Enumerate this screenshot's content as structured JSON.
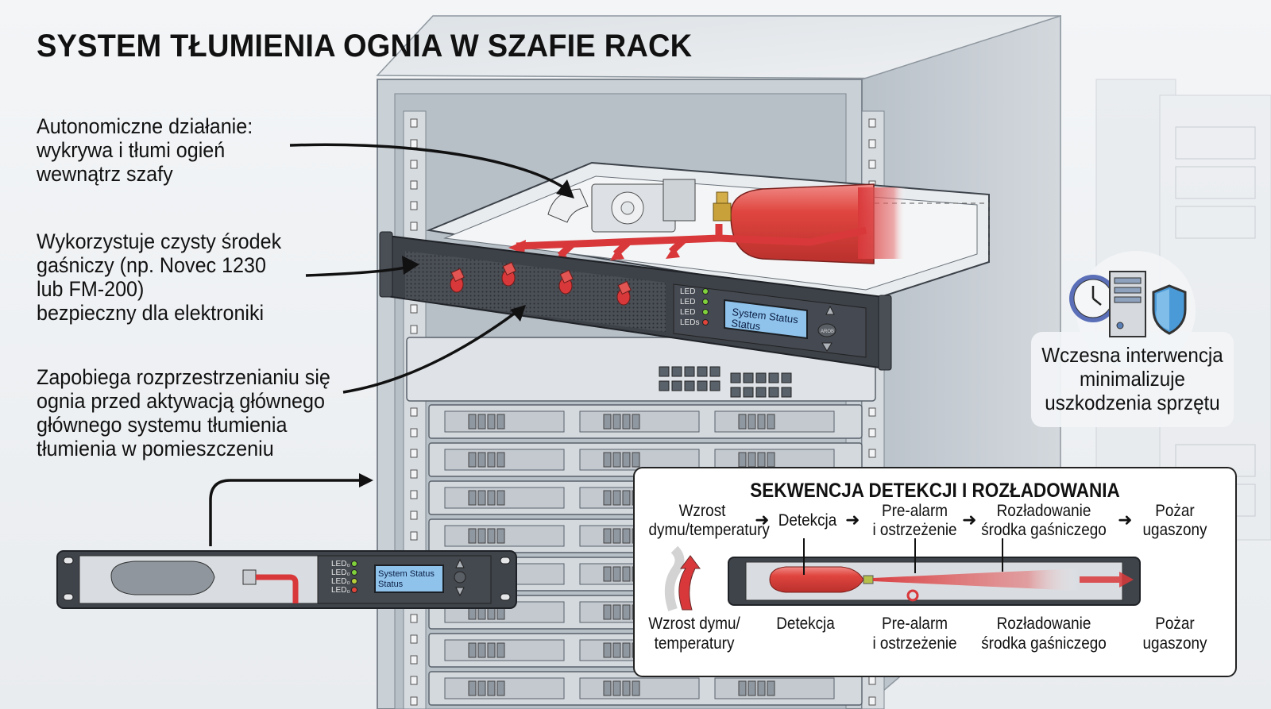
{
  "title": "SYSTEM TŁUMIENIA OGNIA W SZAFIE RACK",
  "callouts": [
    {
      "text": "Autonomiczne działanie:\nwykrywa i tłumi ogień\nwewnątrz szafy"
    },
    {
      "text": "Wykorzystuje czysty środek\ngaśniczy (np. Novec 1230\nlub FM-200)\nbezpieczny dla elektroniki"
    },
    {
      "text": "Zapobiega rozprzestrzenianiu się\nognia przed aktywacją głównego\ngłównego systemu tłumienia\n tłumienia w pomieszczeniu"
    }
  ],
  "main_unit": {
    "led_labels": [
      "LED",
      "LED",
      "LED",
      "LEDs"
    ],
    "led_colors": [
      "#7fd23b",
      "#7fd23b",
      "#7fd23b",
      "#e0443a"
    ],
    "lcd_line1": "System Status",
    "lcd_line2": "Status",
    "nav_center_label": "AROB",
    "nozzle_count": 4
  },
  "side_unit": {
    "led_labels": [
      "LED₀",
      "LED₀",
      "LED₀",
      "LED₀"
    ],
    "led_colors": [
      "#7fd23b",
      "#7fd23b",
      "#b5cf3a",
      "#e0443a"
    ],
    "lcd_line1": "System Status",
    "lcd_line2": "Status"
  },
  "early_intervention": {
    "icons": [
      "clock-icon",
      "server-icon",
      "shield-icon"
    ],
    "text": "Wczesna interwencja\nminimalizuje\nuszkodzenia sprzętu"
  },
  "sequence": {
    "title": "SEKWENCJA DETEKCJI I ROZŁADOWANIA",
    "steps": [
      {
        "label": "Wzrost\ndymu/temperatury"
      },
      {
        "label": "Detekcja"
      },
      {
        "label": "Pre-alarm\ni ostrzeżenie"
      },
      {
        "label": "Rozładowanie\nśrodka gaśniczego"
      },
      {
        "label": "Pożar\nugaszony"
      }
    ],
    "bottom_labels": [
      {
        "label": "Wzrost dymu/\ntemperatury"
      },
      {
        "label": "Detekcja"
      },
      {
        "label": "Pre-alarm\ni ostrzeżenie"
      },
      {
        "label": "Rozładowanie\nśrodka gaśniczego"
      },
      {
        "label": "Pożar\nugaszony"
      }
    ],
    "arrow_glyph": "➜"
  },
  "colors": {
    "agent_red": "#d9383a",
    "lcd_blue": "#8fc3ec",
    "panel_dark": "#3d4148",
    "rack_gray": "#c4ccd4",
    "shield_blue": "#4a9ad8"
  }
}
